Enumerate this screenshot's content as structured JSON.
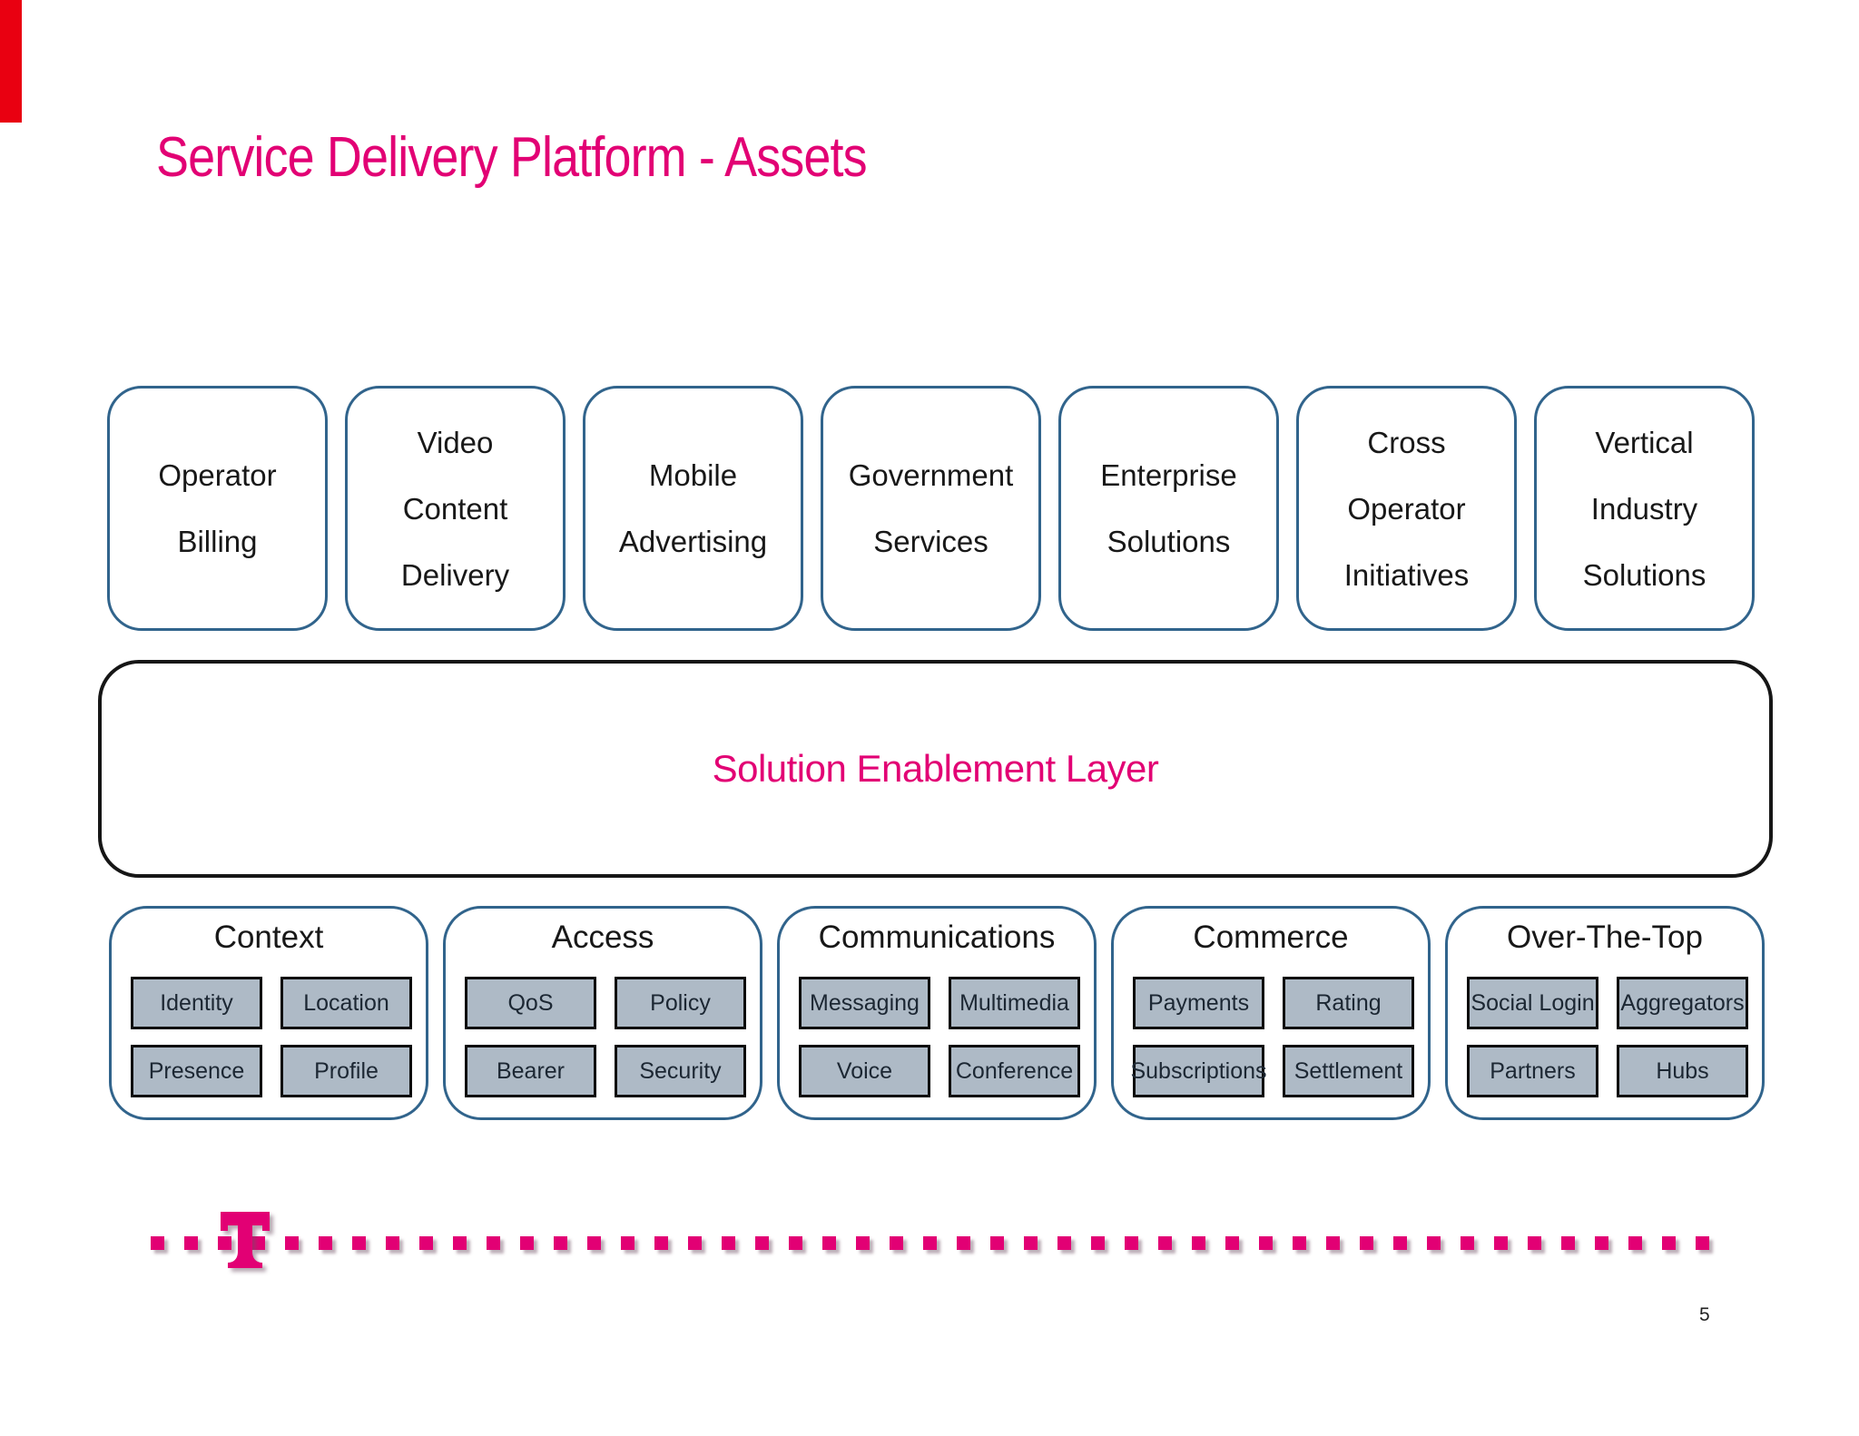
{
  "slide": {
    "title": "Service Delivery Platform - Assets",
    "colors": {
      "magenta": "#E20074",
      "steel_blue_border": "#31648C",
      "chip_fill": "#AEBAC6",
      "chip_border": "#0D0D0D",
      "sel_border": "#161616",
      "text_dark": "#181818",
      "chip_text": "#1C2733",
      "red_bar": "#E90011"
    }
  },
  "asset_boxes": [
    {
      "label": "Operator\nBilling"
    },
    {
      "label": "Video\nContent\nDelivery"
    },
    {
      "label": "Mobile\nAdvertising"
    },
    {
      "label": "Government\nServices"
    },
    {
      "label": "Enterprise\nSolutions"
    },
    {
      "label": "Cross\nOperator\nInitiatives"
    },
    {
      "label": "Vertical\nIndustry\nSolutions"
    }
  ],
  "enablement_layer": {
    "label": "Solution Enablement Layer"
  },
  "categories": [
    {
      "title": "Context",
      "items": [
        "Identity",
        "Location",
        "Presence",
        "Profile"
      ]
    },
    {
      "title": "Access",
      "items": [
        "QoS",
        "Policy",
        "Bearer",
        "Security"
      ]
    },
    {
      "title": "Communications",
      "items": [
        "Messaging",
        "Multimedia",
        "Voice",
        "Conference"
      ]
    },
    {
      "title": "Commerce",
      "items": [
        "Payments",
        "Rating",
        "Subscriptions",
        "Settlement"
      ]
    },
    {
      "title": "Over-The-Top",
      "items": [
        "Social Login",
        "Aggregators",
        "Partners",
        "Hubs"
      ]
    }
  ],
  "footer": {
    "logo": "telekom-t-logo",
    "page_number": "5"
  }
}
